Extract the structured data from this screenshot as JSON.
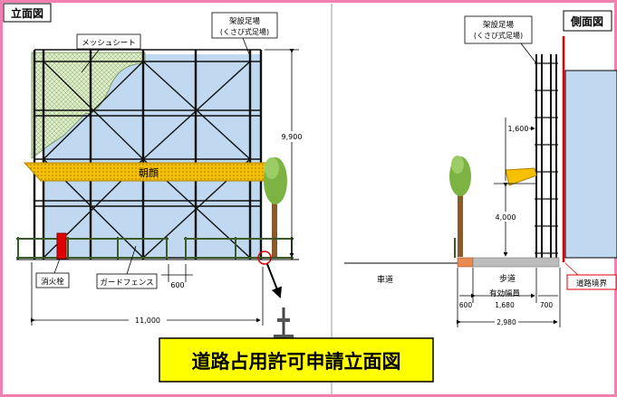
{
  "elevation": {
    "panel_label": "立面図",
    "scaffold_label_1": "架設足場",
    "scaffold_label_2": "(くさび式足場)",
    "mesh_label": "メッシュシート",
    "sign_label": "朝顔",
    "hydrant_label": "消火栓",
    "fence_label": "ガードフェンス",
    "dim_height": "9,900",
    "dim_gap": "600",
    "dim_width": "11,000"
  },
  "side": {
    "panel_label": "側面図",
    "scaffold_label_1": "架設足場",
    "scaffold_label_2": "(くさび式足場)",
    "roadway_label": "車道",
    "sidewalk_label": "歩道",
    "effective_width_label": "有効幅員",
    "dim_1600": "1,600",
    "dim_4000": "4,000",
    "dim_600": "600",
    "dim_1680": "1,680",
    "dim_700": "700",
    "dim_2980": "2,980",
    "boundary_label": "道路境界"
  },
  "title_banner": "道路占用許可申請立面図",
  "colors": {
    "border": "#f080b0",
    "building": "#c0d8f0",
    "scaffold": "#111111",
    "sign_fill": "#f5c000",
    "mesh": "#c8e0b0",
    "tree_green": "#7cb342",
    "trunk": "#8b5a2b",
    "fence": "#3a5a2a",
    "hydrant": "#e00000",
    "banner_fill": "#ffff00",
    "boundary_line": "#e00000"
  }
}
